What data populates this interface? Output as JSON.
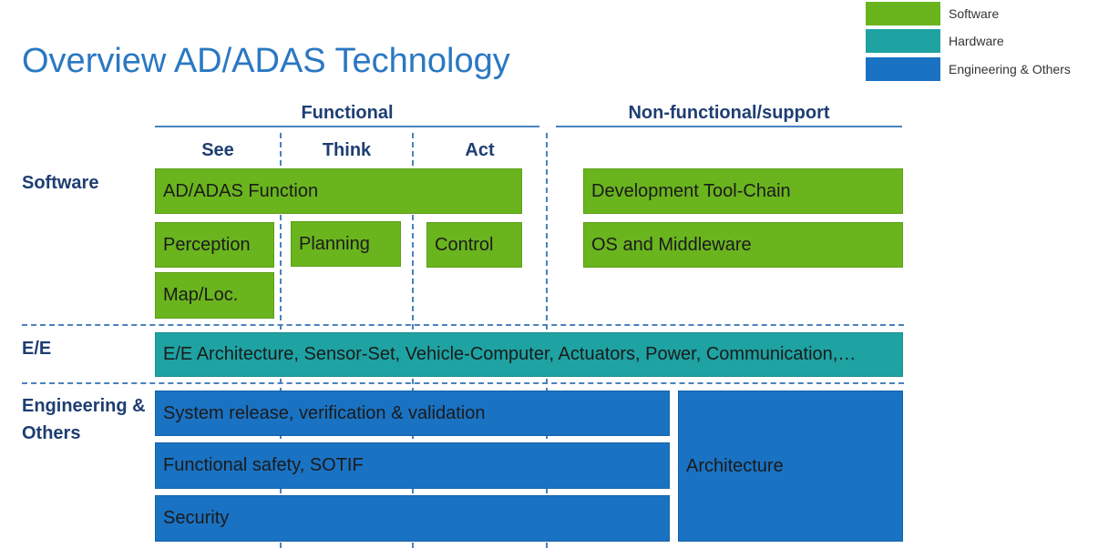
{
  "title": "Overview AD/ADAS Technology",
  "legend": [
    {
      "label": "Software",
      "color": "#6ab41e"
    },
    {
      "label": "Hardware",
      "color": "#1ea2a2"
    },
    {
      "label": "Engineering & Others",
      "color": "#1a72c2"
    }
  ],
  "headers": {
    "functional": "Functional",
    "non_functional": "Non-functional/support",
    "see": "See",
    "think": "Think",
    "act": "Act"
  },
  "rows": {
    "software": "Software",
    "ee": "E/E",
    "engineering": "Engineering & Others"
  },
  "boxes": {
    "ad_function": "AD/ADAS Function",
    "perception": "Perception",
    "planning": "Planning",
    "control": "Control",
    "map_loc": "Map/Loc.",
    "dev_toolchain": "Development Tool-Chain",
    "os_middleware": "OS and Middleware",
    "ee_arch": "E/E Architecture, Sensor-Set, Vehicle-Computer, Actuators, Power, Communication,…",
    "system_release": "System release, verification & validation",
    "functional_safety": "Functional safety, SOTIF",
    "security": "Security",
    "architecture": "Architecture"
  }
}
